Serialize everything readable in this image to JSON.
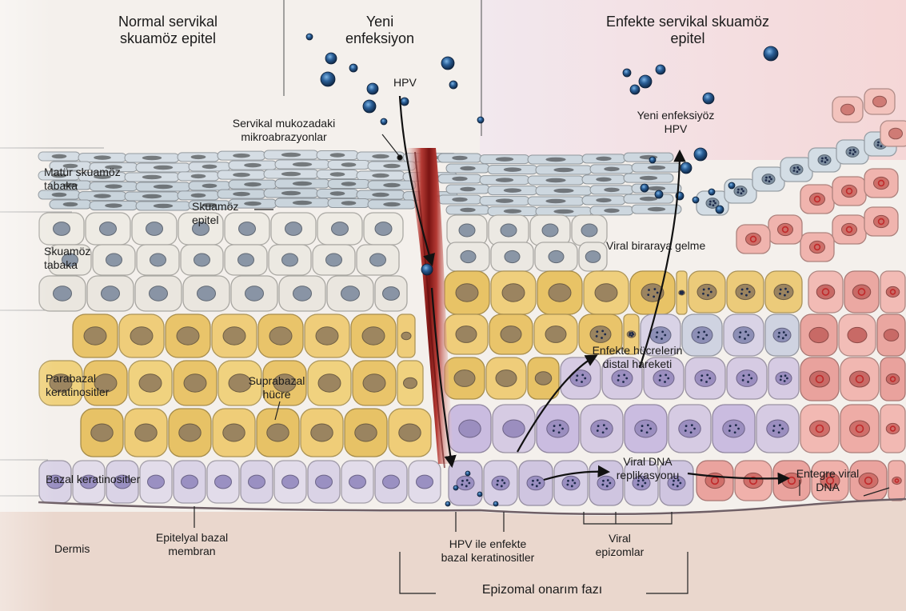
{
  "headers": {
    "normal": [
      "Normal servikal",
      "skuamöz epitel"
    ],
    "new_infection": [
      "Yeni",
      "enfeksiyon"
    ],
    "infected": [
      "Enfekte servikal skuamöz",
      "epitel"
    ]
  },
  "labels": {
    "hpv": "HPV",
    "microabrasions": [
      "Servikal mukozadaki",
      "mikroabrazyonlar"
    ],
    "new_infectious_hpv": [
      "Yeni enfeksiyöz",
      "HPV"
    ],
    "mature_squamous_layer": [
      "Matür skuamöz",
      "tabaka"
    ],
    "squamous_epithelium": [
      "Skuamöz",
      "epitel"
    ],
    "squamous_layer": [
      "Skuamöz",
      "tabaka"
    ],
    "viral_assembly": "Viral biraraya gelme",
    "infected_cells_movement": [
      "Enfekte hücrelerin",
      "distal hareketi"
    ],
    "parabasal_keratinocytes": [
      "Parabazal",
      "keratinositler"
    ],
    "suprabasal_cell": [
      "Suprabazal",
      "hücre"
    ],
    "basal_keratinocytes": "Bazal keratinositler",
    "viral_dna_replication": [
      "Viral DNA",
      "replikasyonu"
    ],
    "integrated_viral_dna": [
      "Entegre viral",
      "DNA"
    ],
    "dermis": "Dermis",
    "epithelial_basal_membrane": [
      "Epitelyal bazal",
      "membran"
    ],
    "hpv_infected_basal": [
      "HPV ile enfekte",
      "bazal keratinositler"
    ],
    "viral_episomes": [
      "Viral",
      "epizomlar"
    ],
    "episomal_maintenance_phase": "Epizomal onarım fazı"
  },
  "colors": {
    "normal_mature": "#c6d2da",
    "squamous": "#eeeae2",
    "parabasal": "#e9c46a",
    "basal": "#d8d0e4",
    "infected_purple": "#cdbfde",
    "infected_red": "#eca8a4",
    "wound": "#8e1e1e",
    "virion": "#1f4770",
    "dermis": "#e9d3c8"
  }
}
